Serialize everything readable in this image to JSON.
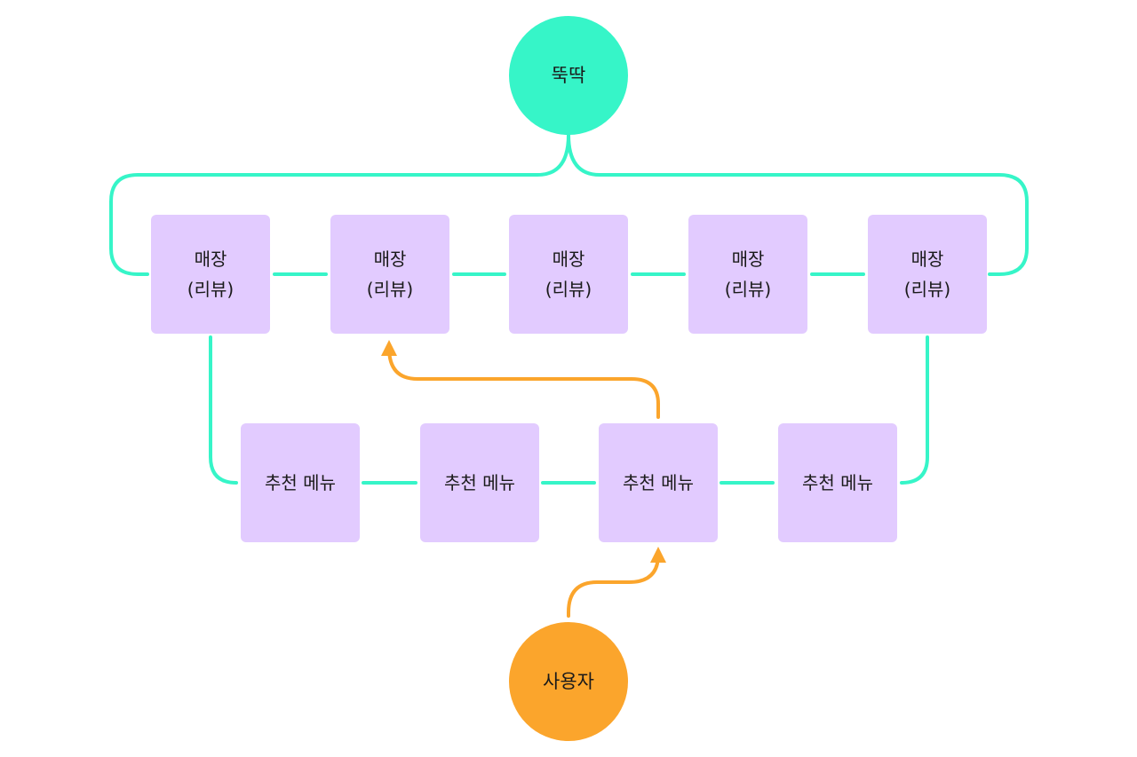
{
  "nodes": {
    "top_circle": {
      "label": "뚝딱"
    },
    "user_circle": {
      "label": "사용자"
    },
    "stores": [
      {
        "label": "매장\n(리뷰)"
      },
      {
        "label": "매장\n(리뷰)"
      },
      {
        "label": "매장\n(리뷰)"
      },
      {
        "label": "매장\n(리뷰)"
      },
      {
        "label": "매장\n(리뷰)"
      }
    ],
    "menus": [
      {
        "label": "추천 메뉴"
      },
      {
        "label": "추천 메뉴"
      },
      {
        "label": "추천 메뉴"
      },
      {
        "label": "추천 메뉴"
      }
    ]
  },
  "colors": {
    "teal": "#36f5c8",
    "orange": "#fba52c",
    "box": "#e2cbff",
    "text": "#1a1a1a",
    "background": "#ffffff"
  }
}
